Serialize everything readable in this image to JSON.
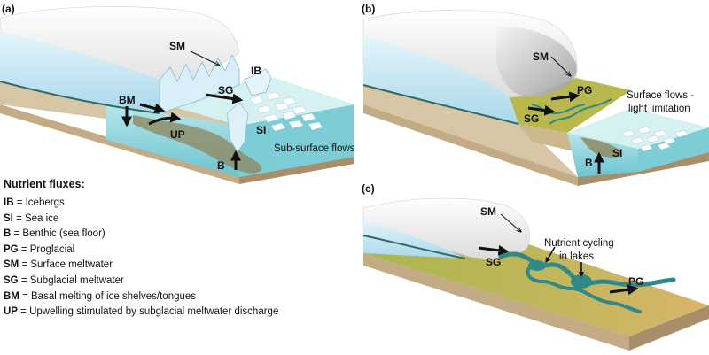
{
  "panels": {
    "a": {
      "label": "(a)",
      "labels": {
        "sm": "SM",
        "ib": "IB",
        "sg": "SG",
        "bm": "BM",
        "up": "UP",
        "si": "SI",
        "b": "B"
      },
      "note": "Sub-surface flows"
    },
    "b": {
      "label": "(b)",
      "labels": {
        "sm": "SM",
        "pg": "PG",
        "sg": "SG",
        "si": "SI",
        "b": "B"
      },
      "note_line1": "Surface flows -",
      "note_line2": "light limitation"
    },
    "c": {
      "label": "(c)",
      "labels": {
        "sm": "SM",
        "sg": "SG",
        "pg": "PG"
      },
      "note_line1": "Nutrient cycling",
      "note_line2": "in lakes"
    }
  },
  "legend": {
    "title": "Nutrient fluxes:",
    "items": [
      {
        "abbr": "IB",
        "sep": " = ",
        "desc": "Icebergs"
      },
      {
        "abbr": "SI",
        "sep": " = ",
        "desc": "Sea ice"
      },
      {
        "abbr": "B",
        "sep": " = ",
        "desc": "Benthic (sea floor)"
      },
      {
        "abbr": "PG",
        "sep": " = ",
        "desc": "Proglacial"
      },
      {
        "abbr": "SM",
        "sep": " = ",
        "desc": "Surface meltwater"
      },
      {
        "abbr": "SG",
        "sep": " = ",
        "desc": "Subglacial meltwater"
      },
      {
        "abbr": "BM",
        "sep": " = ",
        "desc": "Basal melting of ice shelves/tongues"
      },
      {
        "abbr": "UP",
        "sep": " = ",
        "desc": "Upwelling stimulated by subglacial meltwater discharge"
      }
    ]
  },
  "colors": {
    "ice_top": "#f2f2f2",
    "ice_face": "#c9e6f3",
    "water": "#8fd3dc",
    "plume": "#8f8a63",
    "sediment": "#c7b497",
    "land_green": "#b7b94e",
    "stream": "#2f8a87"
  }
}
